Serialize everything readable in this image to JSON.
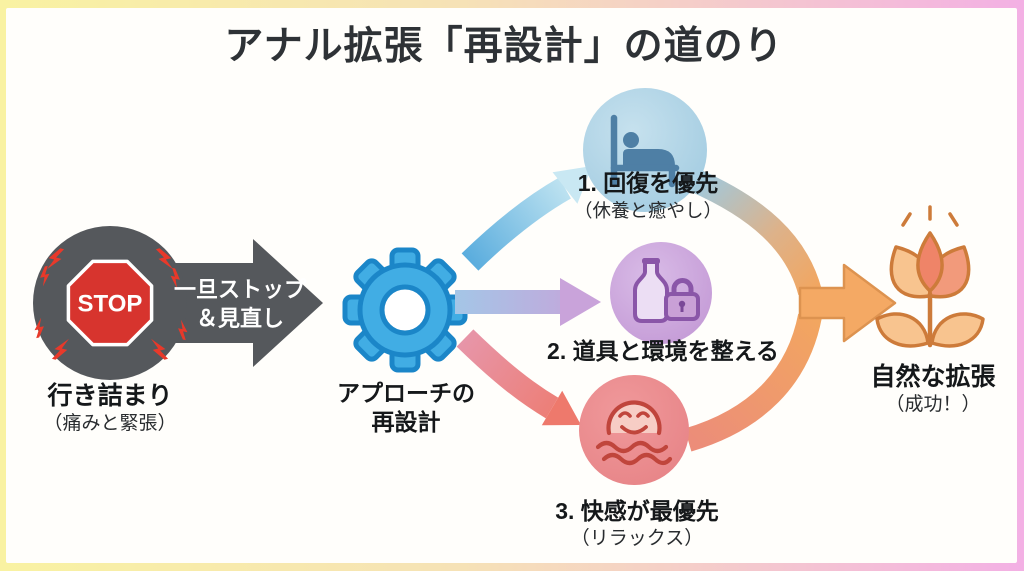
{
  "title": "アナル拡張「再設計」の道のり",
  "start": {
    "label": "行き詰まり",
    "sublabel": "（痛みと緊張）",
    "stop_text": "STOP"
  },
  "transition": {
    "line1": "一旦ストップ",
    "line2": "＆見直し"
  },
  "hub": {
    "line1": "アプローチの",
    "line2": "再設計"
  },
  "branches": [
    {
      "label": "1. 回復を優先",
      "sublabel": "（休養と癒やし）",
      "icon": "bed-icon"
    },
    {
      "label": "2. 道具と環境を整える",
      "sublabel": "",
      "icon": "bottle-lock-icon"
    },
    {
      "label": "3. 快感が最優先",
      "sublabel": "（リラックス）",
      "icon": "relaxed-face-icon"
    }
  ],
  "goal": {
    "label": "自然な拡張",
    "sublabel": "（成功！）",
    "icon": "flower-icon"
  },
  "colors": {
    "border_gradient_start": "#f9f2a2",
    "border_gradient_end": "#f3b0e4",
    "background": "#fffefb",
    "title_text": "#2e3236",
    "dark_node": "#55585c",
    "stop_red": "#d7342e",
    "bolt_red": "#e8392a",
    "gear_blue": "#41ade4",
    "gear_outline": "#1b86c8",
    "branch1_circle": "#aed3e6",
    "branch1_icon": "#4e7fa5",
    "branch2_circle": "#cda9dd",
    "branch2_icon": "#8a56a8",
    "branch3_circle": "#ec8f91",
    "branch3_icon": "#c0453c",
    "merge_arrow": "#f4a964",
    "flower_outline": "#cd7b3a"
  }
}
